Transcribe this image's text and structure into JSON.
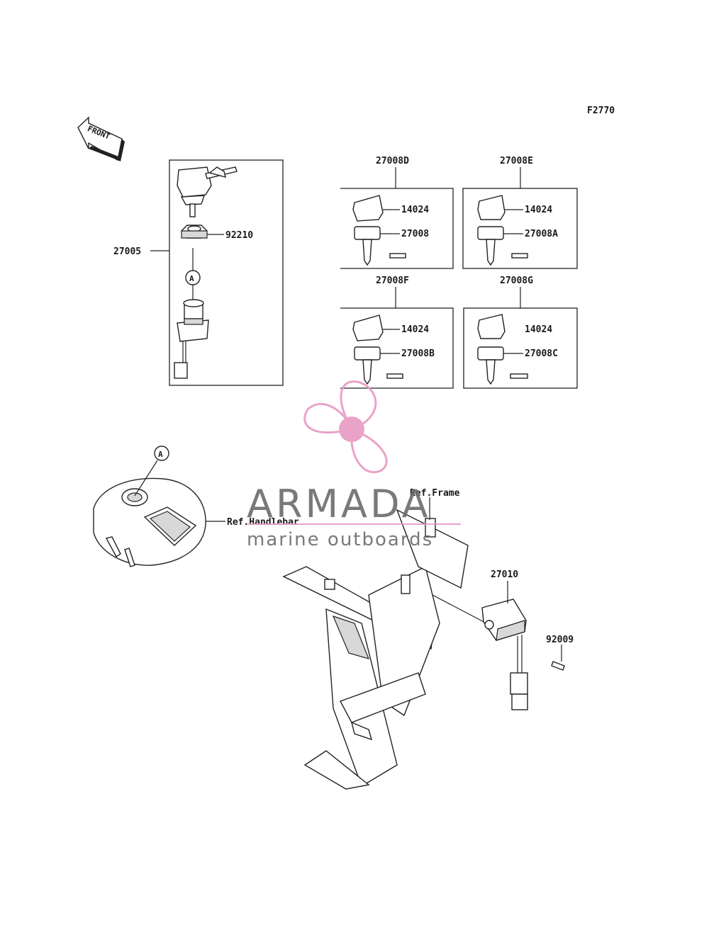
{
  "diagram": {
    "code": "F2770",
    "front_arrow_label": "FRONT",
    "labels": {
      "assembly_main": "27005",
      "nut": "92210",
      "ref_a_top": "A",
      "ref_a_bottom": "A",
      "kit_d": "27008D",
      "kit_e": "27008E",
      "kit_f": "27008F",
      "kit_g": "27008G",
      "d_cap": "14024",
      "d_key": "27008",
      "e_cap": "14024",
      "e_key": "27008A",
      "f_cap": "14024",
      "f_key": "27008B",
      "g_cap": "14024",
      "g_key": "27008C",
      "ref_frame": "Ref.Frame",
      "ref_handlebar": "Ref.Handlebar",
      "relay": "27010",
      "screw": "92009"
    }
  },
  "watermark": {
    "brand": "ARMADA",
    "tagline": "marine outboards",
    "color": "#e79ac4"
  }
}
